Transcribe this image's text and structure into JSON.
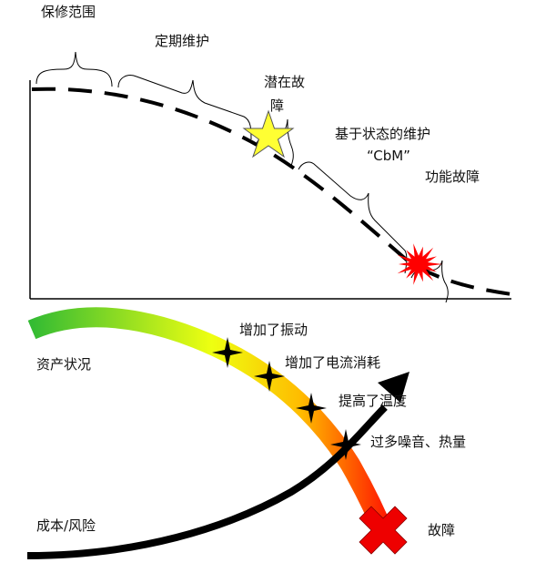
{
  "top": {
    "warranty_label": "保修范围",
    "periodic_label": "定期维护",
    "potential_failure_line1": "潜在故",
    "potential_failure_line2": "障",
    "cbm_line1": "基于状态的维护",
    "cbm_line2": "“CbM”",
    "functional_failure_label": "功能故障",
    "star_color": "#ffff33",
    "burst_color": "#ff0000"
  },
  "bottom": {
    "asset_condition_label": "资产状况",
    "cost_risk_label": "成本/风险",
    "events": [
      {
        "label": "增加了振动"
      },
      {
        "label": "增加了电流消耗"
      },
      {
        "label": "提高了温度"
      },
      {
        "label": "过多噪音、热量"
      }
    ],
    "failure_label": "故障",
    "gradient_colors": [
      "#33bb33",
      "#eeff11",
      "#ffcc00",
      "#ff2200"
    ]
  }
}
